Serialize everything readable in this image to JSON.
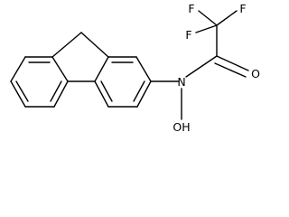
{
  "structure": {
    "atom_labels": {
      "F_top_left": "F",
      "F_top_right": "F",
      "F_left": "F",
      "O_carbonyl": "O",
      "N_amide": "N",
      "OH_hydroxyl": "OH"
    }
  }
}
